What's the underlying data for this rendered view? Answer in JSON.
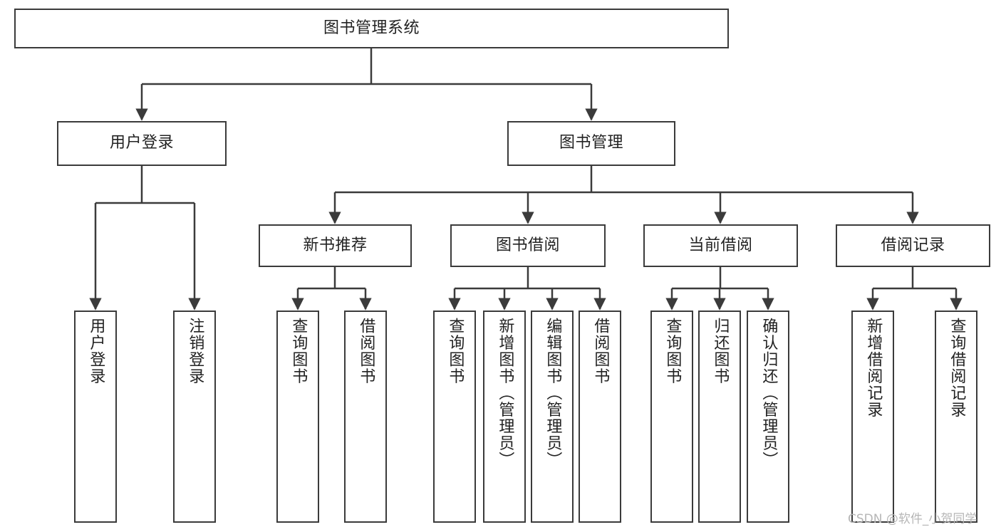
{
  "diagram": {
    "type": "tree-hierarchy",
    "title": "图书管理系统",
    "root": {
      "id": "root",
      "label": "图书管理系统"
    },
    "level1": [
      {
        "id": "user-login",
        "label": "用户登录"
      },
      {
        "id": "book-manage",
        "label": "图书管理"
      }
    ],
    "level2": [
      {
        "id": "new-book-recommend",
        "label": "新书推荐",
        "parent": "book-manage"
      },
      {
        "id": "book-borrow",
        "label": "图书借阅",
        "parent": "book-manage"
      },
      {
        "id": "current-borrow",
        "label": "当前借阅",
        "parent": "book-manage"
      },
      {
        "id": "borrow-record",
        "label": "借阅记录",
        "parent": "book-manage"
      }
    ],
    "leaves": [
      {
        "id": "leaf-user-login",
        "label": "用户登录",
        "parent": "user-login"
      },
      {
        "id": "leaf-logout-login",
        "label": "注销登录",
        "parent": "user-login"
      },
      {
        "id": "leaf-query-book-1",
        "label": "查询图书",
        "parent": "new-book-recommend"
      },
      {
        "id": "leaf-borrow-book-1",
        "label": "借阅图书",
        "parent": "new-book-recommend"
      },
      {
        "id": "leaf-query-book-2",
        "label": "查询图书",
        "parent": "book-borrow"
      },
      {
        "id": "leaf-add-book",
        "label": "新增图书（管理员）",
        "parent": "book-borrow"
      },
      {
        "id": "leaf-edit-book",
        "label": "编辑图书（管理员）",
        "parent": "book-borrow"
      },
      {
        "id": "leaf-borrow-book-2",
        "label": "借阅图书",
        "parent": "book-borrow"
      },
      {
        "id": "leaf-query-book-3",
        "label": "查询图书",
        "parent": "current-borrow"
      },
      {
        "id": "leaf-return-book",
        "label": "归还图书",
        "parent": "current-borrow"
      },
      {
        "id": "leaf-confirm-return",
        "label": "确认归还（管理员）",
        "parent": "current-borrow"
      },
      {
        "id": "leaf-add-borrow-record",
        "label": "新增借阅记录",
        "parent": "borrow-record"
      },
      {
        "id": "leaf-query-borrow-record",
        "label": "查询借阅记录",
        "parent": "borrow-record"
      }
    ],
    "colors": {
      "stroke": "#3b3b3b",
      "text": "#222222",
      "background": "#ffffff",
      "watermark": "#b6b6b6"
    }
  },
  "watermark": {
    "text": "CSDN @软件_小贺同学"
  }
}
